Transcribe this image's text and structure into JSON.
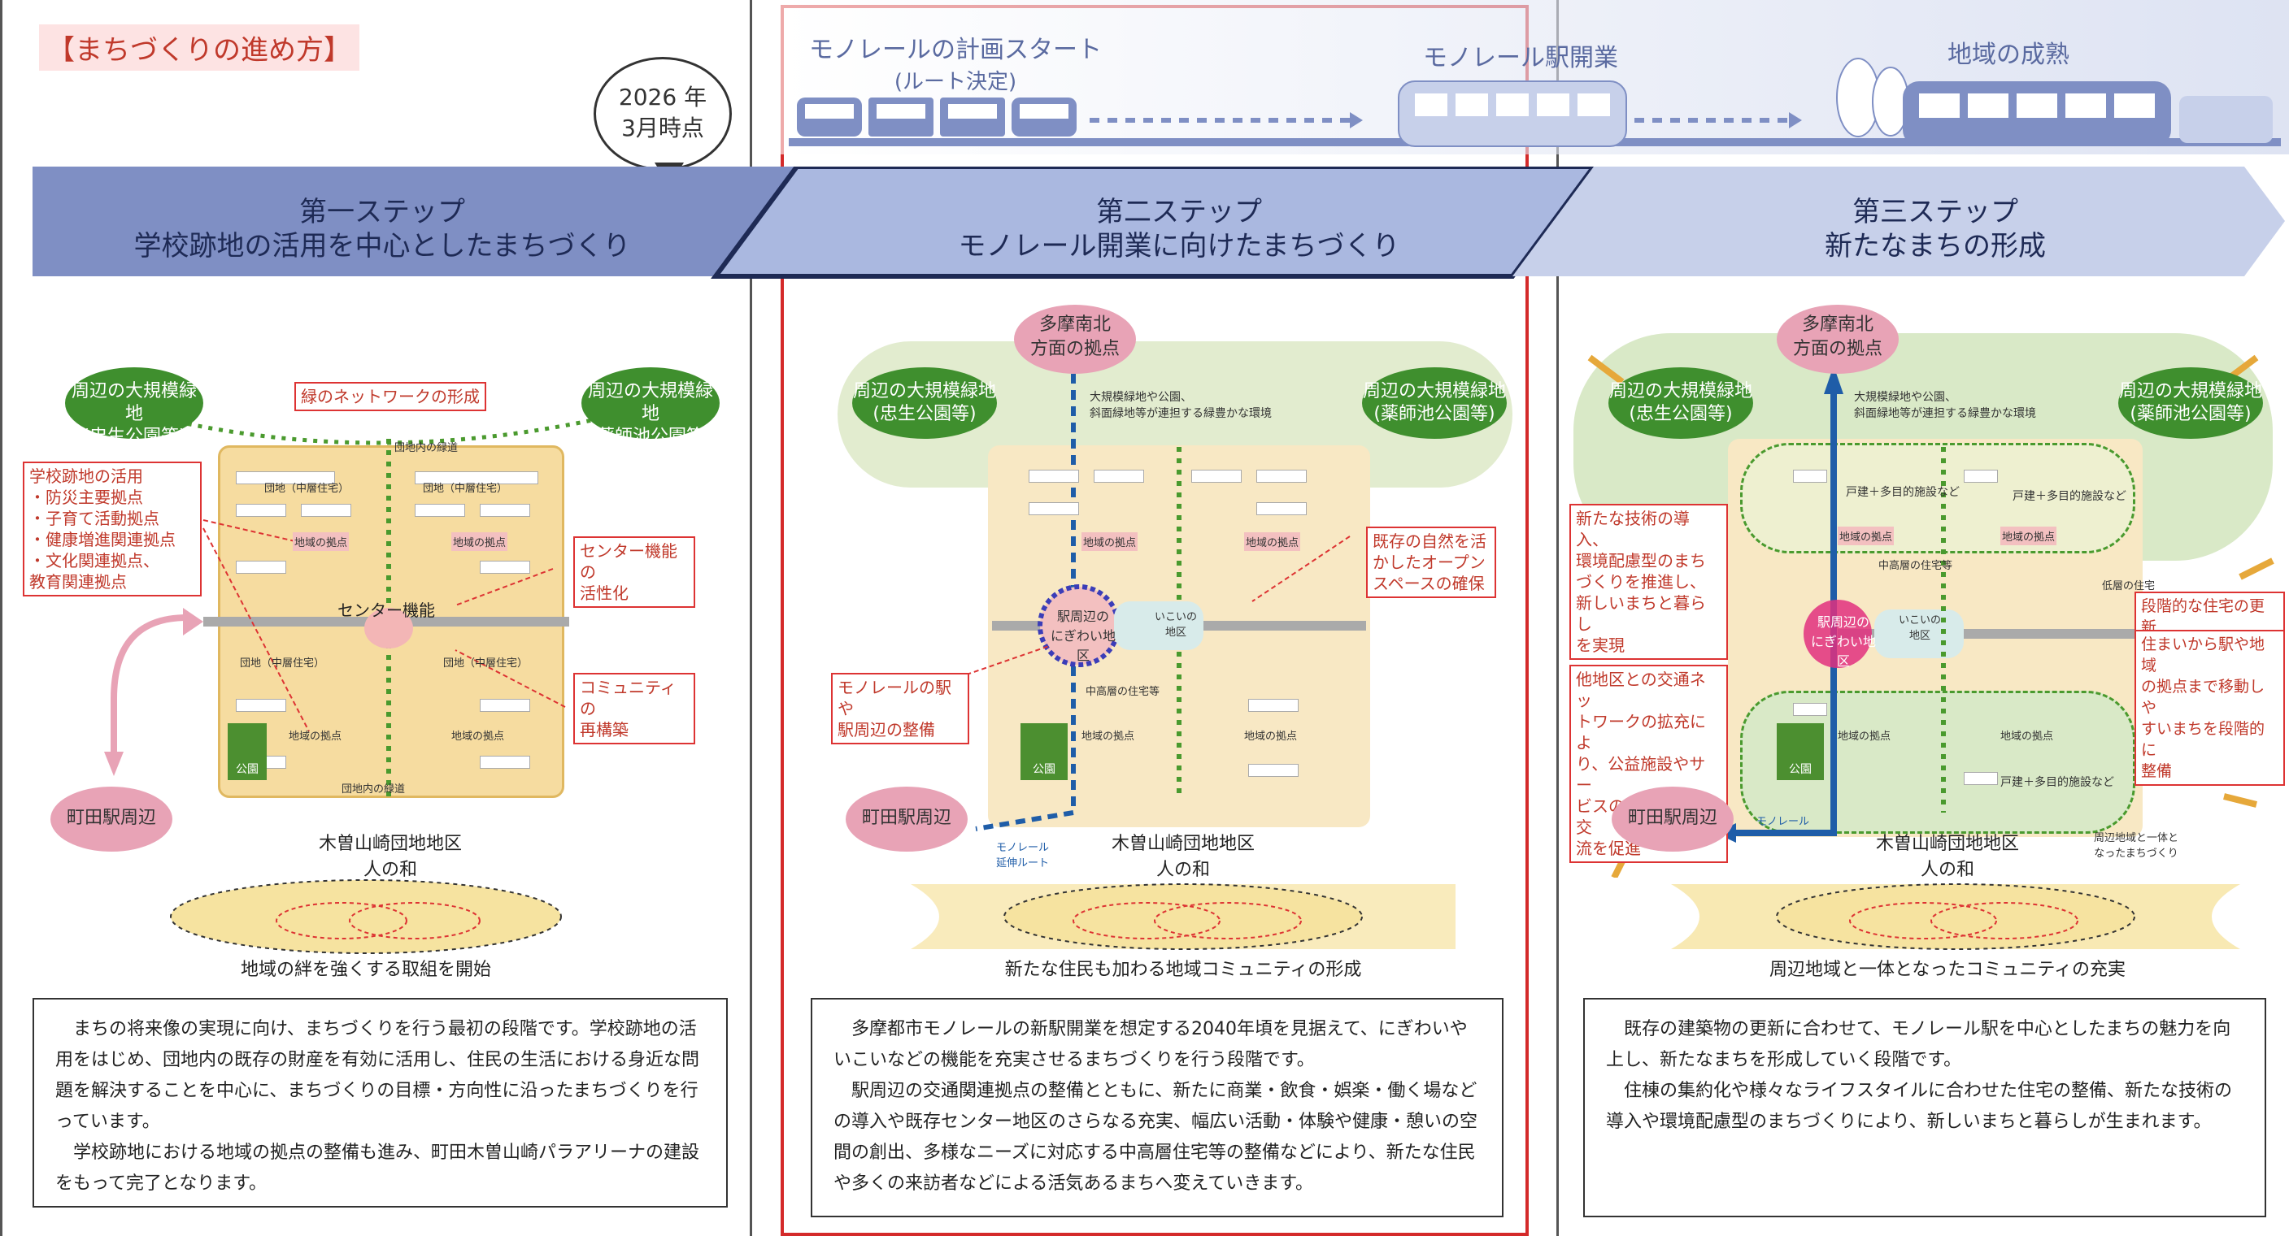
{
  "header_tag": "【まちづくりの進め方】",
  "bubble": {
    "line1": "2026 年",
    "line2": "3月時点"
  },
  "stages": {
    "s1": {
      "line1": "モノレールの計画スタート",
      "line2": "(ルート決定)"
    },
    "s2": "モノレール駅開業",
    "s3": "地域の成熟"
  },
  "steps": [
    {
      "name": "第一ステップ",
      "subtitle": "学校跡地の活用を中心としたまちづくり"
    },
    {
      "name": "第二ステップ",
      "subtitle": "モノレール開業に向けたまちづくり"
    },
    {
      "name": "第三ステップ",
      "subtitle": "新たなまちの形成"
    }
  ],
  "nodes": {
    "green_left": {
      "line1": "周辺の大規模緑地",
      "line2": "(忠生公園等)"
    },
    "green_right": {
      "line1": "周辺の大規模緑地",
      "line2": "(薬師池公園等)"
    },
    "machida": "町田駅周辺",
    "tama": {
      "line1": "多摩南北",
      "line2": "方面の拠点"
    }
  },
  "p1": {
    "green_network": "緑のネットワークの形成",
    "school_box": [
      "学校跡地の活用",
      "・防災主要拠点",
      "・子育て活動拠点",
      "・健康増進関連拠点",
      "・文化関連拠点、",
      "  教育関連拠点"
    ],
    "center_box": [
      "センター機能の",
      "活性化"
    ],
    "community_box": [
      "コミュニティの",
      "再構築"
    ],
    "center_label": "センター機能",
    "danchi_label": "団地（中層住宅）",
    "chiiki": "地域の拠点",
    "koen": "公園",
    "ryokudo": "団地内の緑道",
    "area_name": "木曽山崎団地地区",
    "area_sub": "人の和",
    "caption": "地域の絆を強くする取組を開始",
    "text": [
      "まちの将来像の実現に向け、まちづくりを行う最初の段階です。学校跡地の活用をはじめ、団地内の既存の財産を有効に活用し、住民の生活における身近な問題を解決することを中心に、まちづくりの目標・方向性に沿ったまちづくりを行っています。",
      "学校跡地における地域の拠点の整備も進み、町田木曽山崎パラアリーナの建設をもって完了となります。"
    ]
  },
  "p2": {
    "green_note": [
      "大規模緑地や公園、",
      "斜面緑地等が連担する緑豊かな環境"
    ],
    "open_space_box": [
      "既存の自然を活",
      "かしたオープン",
      "スペースの確保"
    ],
    "station_box": [
      "モノレールの駅や",
      "駅周辺の整備"
    ],
    "station_label": [
      "駅周辺の",
      "にぎわい地区"
    ],
    "ikoi": [
      "いこいの",
      "地区"
    ],
    "mid_rise": "中高層の住宅等",
    "monorail_route": [
      "モノレール",
      "延伸ルート"
    ],
    "area_name": "木曽山崎団地地区",
    "area_sub": "人の和",
    "caption": "新たな住民も加わる地域コミュニティの形成",
    "text": [
      "多摩都市モノレールの新駅開業を想定する2040年頃を見据えて、にぎわいやいこいなどの機能を充実させるまちづくりを行う段階です。",
      "駅周辺の交通関連拠点の整備とともに、新たに商業・飲食・娯楽・働く場などの導入や既存センター地区のさらなる充実、幅広い活動・体験や健康・憩いの空間の創出、多様なニーズに対応する中高層住宅等の整備などにより、新たな住民や多くの来訪者などによる活気あるまちへ変えていきます。"
    ]
  },
  "p3": {
    "tech_box": [
      "新たな技術の導入、",
      "環境配慮型のまち",
      "づくりを推進し、",
      "新しいまちと暮らし",
      "を実現"
    ],
    "transport_box": [
      "他地区との交通ネッ",
      "トワークの拡充によ",
      "り、公益施設やサー",
      "ビスの相互利用・交",
      "流を促進"
    ],
    "stepwise_box": "段階的な住宅の更新",
    "stepwise_note": [
      "住まいから駅や地域",
      "の拠点まで移動しや",
      "すいまちを段階的に",
      "整備"
    ],
    "kodate": "戸建＋多目的施設など",
    "low_rise": "低層の住宅",
    "monorail": "モノレール",
    "integrated": [
      "周辺地域と一体と",
      "なったまちづくり"
    ],
    "area_name": "木曽山崎団地地区",
    "area_sub": "人の和",
    "caption": "周辺地域と一体となったコミュニティの充実",
    "text": [
      "既存の建築物の更新に合わせて、モノレール駅を中心としたまちの魅力を向上し、新たなまちを形成していく段階です。",
      "住棟の集約化や様々なライフスタイルに合わせた住宅の整備、新たな技術の導入や環境配慮型のまちづくりにより、新しいまちと暮らしが生まれます。"
    ]
  },
  "colors": {
    "step_band": "#7f8fc4",
    "step_band_light": "#aab8e0",
    "green": "#3f8f2e",
    "pink": "#e8a3b6",
    "red": "#d33",
    "area_yellow": "#f6dca0",
    "area_light": "#f8e8c4"
  }
}
